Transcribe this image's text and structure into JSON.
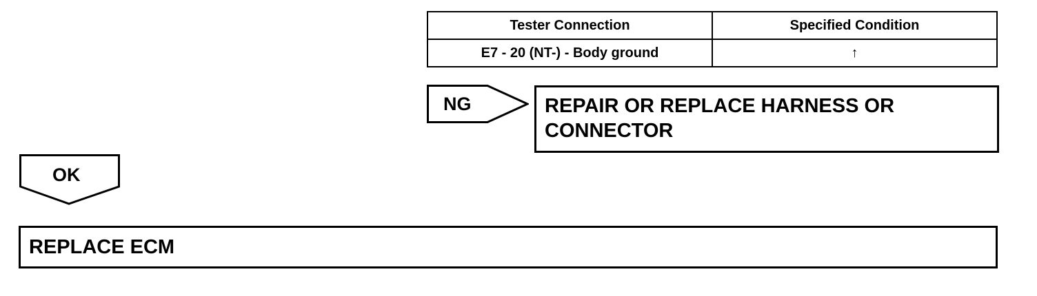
{
  "spec_table": {
    "headers": [
      "Tester Connection",
      "Specified Condition"
    ],
    "rows": [
      [
        "E7 - 20 (NT-) - Body ground",
        "↑"
      ]
    ]
  },
  "ng_branch": {
    "label": "NG",
    "result_text": "REPAIR OR REPLACE HARNESS OR CONNECTOR"
  },
  "ok_branch": {
    "label": "OK",
    "result_text": "REPLACE ECM"
  }
}
